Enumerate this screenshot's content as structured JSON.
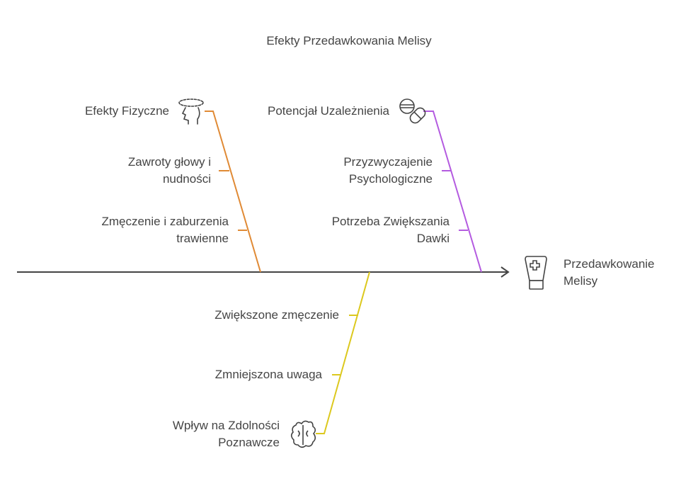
{
  "title": "Efekty Przedawkowania Melisy",
  "head": {
    "label_line1": "Przedawkowanie",
    "label_line2": "Melisy",
    "icon": "medicine-tube-icon"
  },
  "colors": {
    "spine": "#444444",
    "physical": "#e08a35",
    "addiction": "#b45be0",
    "cognitive": "#dcc81e"
  },
  "branches": [
    {
      "name": "Efekty Fizyczne",
      "icon": "dizzy-head-icon",
      "color": "#e08a35",
      "causes": [
        {
          "line1": "Zawroty głowy i",
          "line2": "nudności"
        },
        {
          "line1": "Zmęczenie i zaburzenia",
          "line2": "trawienne"
        }
      ]
    },
    {
      "name": "Potencjał Uzależnienia",
      "icon": "pills-icon",
      "color": "#b45be0",
      "causes": [
        {
          "line1": "Przyzwyczajenie",
          "line2": "Psychologiczne"
        },
        {
          "line1": "Potrzeba Zwiększania",
          "line2": "Dawki"
        }
      ]
    },
    {
      "name_line1": "Wpływ na Zdolności",
      "name_line2": "Poznawcze",
      "icon": "brain-icon",
      "color": "#dcc81e",
      "causes": [
        {
          "line1": "Zwiększone zmęczenie"
        },
        {
          "line1": "Zmniejszona uwaga"
        }
      ]
    }
  ]
}
